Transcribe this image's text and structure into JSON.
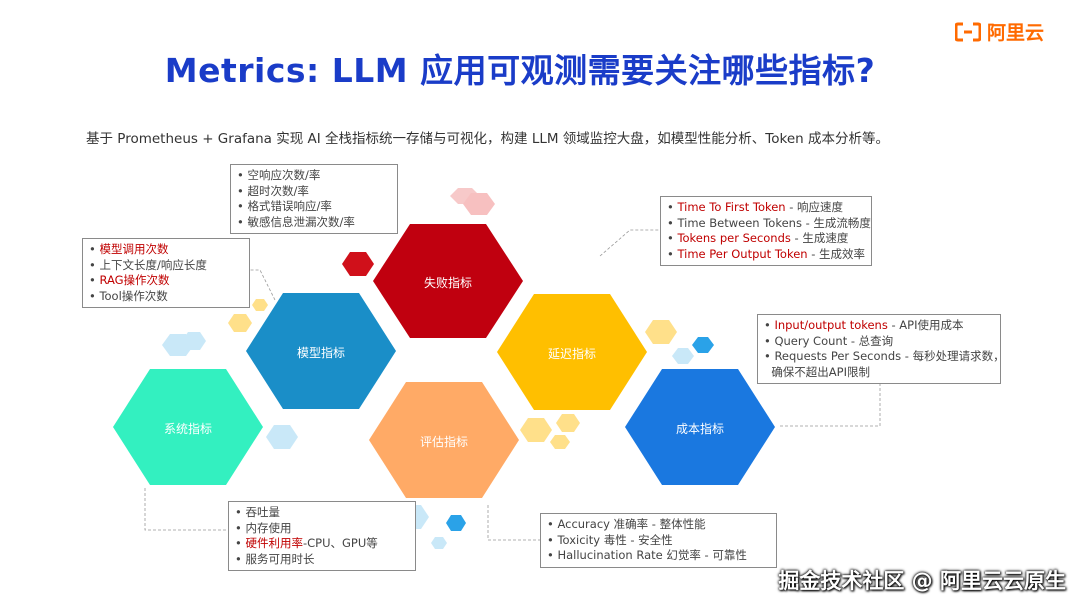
{
  "header": {
    "logo_text": "阿里云",
    "title": "Metrics: LLM 应用可观测需要关注哪些指标?",
    "subtitle": "基于 Prometheus + Grafana 实现 AI 全栈指标统一存储与可视化，构建 LLM 领域监控大盘，如模型性能分析、Token 成本分析等。"
  },
  "hexagons": {
    "failure": {
      "label": "失败指标",
      "color": "#c0000f"
    },
    "model": {
      "label": "模型指标",
      "color": "#1a8ec8"
    },
    "latency": {
      "label": "延迟指标",
      "color": "#ffbf00"
    },
    "system": {
      "label": "系统指标",
      "color": "#33f0c0"
    },
    "evaluation": {
      "label": "评估指标",
      "color": "#ffaa66"
    },
    "cost": {
      "label": "成本指标",
      "color": "#1a78e0"
    }
  },
  "boxes": {
    "failure": [
      {
        "prefix": "• ",
        "text": "空响应次数/率",
        "highlight": ""
      },
      {
        "prefix": "• ",
        "text": "超时次数/率",
        "highlight": ""
      },
      {
        "prefix": "• ",
        "text": "格式错误响应/率",
        "highlight": ""
      },
      {
        "prefix": "• ",
        "text": "敏感信息泄漏次数/率",
        "highlight": ""
      }
    ],
    "model": [
      {
        "prefix": "• ",
        "text": "",
        "highlight": "模型调用次数"
      },
      {
        "prefix": "• ",
        "text": "上下文长度/响应长度",
        "highlight": ""
      },
      {
        "prefix": "• ",
        "text": "",
        "highlight": "RAG操作次数"
      },
      {
        "prefix": "• ",
        "text": "Tool操作次数",
        "highlight": ""
      }
    ],
    "latency": [
      {
        "prefix": "• ",
        "highlight": "Time To First Token",
        "text": " - 响应速度"
      },
      {
        "prefix": "• ",
        "highlight": "",
        "text": "Time Between Tokens - 生成流畅度"
      },
      {
        "prefix": "• ",
        "highlight": "Tokens per Seconds",
        "text": " - 生成速度"
      },
      {
        "prefix": "• ",
        "highlight": "Time Per Output Token",
        "text": " - 生成效率"
      }
    ],
    "cost": [
      {
        "prefix": "• ",
        "highlight": "Input/output tokens",
        "text": " - API使用成本"
      },
      {
        "prefix": "• ",
        "highlight": "",
        "text": "Query Count - 总查询"
      },
      {
        "prefix": "• ",
        "highlight": "",
        "text": "Requests Per Seconds - 每秒处理请求数，"
      },
      {
        "prefix": "  ",
        "highlight": "",
        "text": "确保不超出API限制"
      }
    ],
    "system": [
      {
        "prefix": "• ",
        "highlight": "",
        "text": "吞吐量"
      },
      {
        "prefix": "• ",
        "highlight": "",
        "text": "内存使用"
      },
      {
        "prefix": "• ",
        "highlight": "硬件利用率",
        "text": "-CPU、GPU等"
      },
      {
        "prefix": "• ",
        "highlight": "",
        "text": "服务可用时长"
      }
    ],
    "evaluation": [
      {
        "prefix": "• ",
        "highlight": "",
        "text": "Accuracy 准确率 - 整体性能"
      },
      {
        "prefix": "• ",
        "highlight": "",
        "text": "Toxicity 毒性 - 安全性"
      },
      {
        "prefix": "• ",
        "highlight": "",
        "text": "Hallucination Rate 幻觉率 - 可靠性"
      }
    ]
  },
  "watermark": "掘金技术社区 @ 阿里云云原生",
  "colors": {
    "title": "#1a3cc8",
    "highlight": "#c00000",
    "logo": "#ff6a00"
  }
}
